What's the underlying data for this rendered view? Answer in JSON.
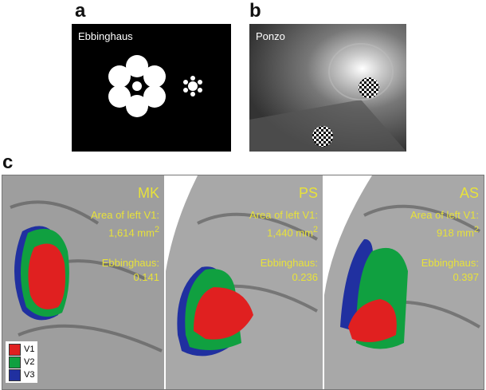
{
  "panels": {
    "a": "a",
    "b": "b",
    "c": "c"
  },
  "stimuli": {
    "a_title": "Ebbinghaus",
    "b_title": "Ponzo"
  },
  "subjects": [
    {
      "id": "MK",
      "area_label": "Area of left V1:",
      "area": "1,614 mm",
      "sup": "2",
      "illusion_label": "Ebbinghaus:",
      "illusion_value": "0.141"
    },
    {
      "id": "PS",
      "area_label": "Area of left V1:",
      "area": "1,440 mm",
      "sup": "2",
      "illusion_label": "Ebbinghaus:",
      "illusion_value": "0.236"
    },
    {
      "id": "AS",
      "area_label": "Area of left V1:",
      "area": "918 mm",
      "sup": "2",
      "illusion_label": "Ebbinghaus:",
      "illusion_value": "0.397"
    }
  ],
  "legend": [
    {
      "label": "V1",
      "color": "#e02020"
    },
    {
      "label": "V2",
      "color": "#10a040"
    },
    {
      "label": "V3",
      "color": "#2030a0"
    }
  ]
}
